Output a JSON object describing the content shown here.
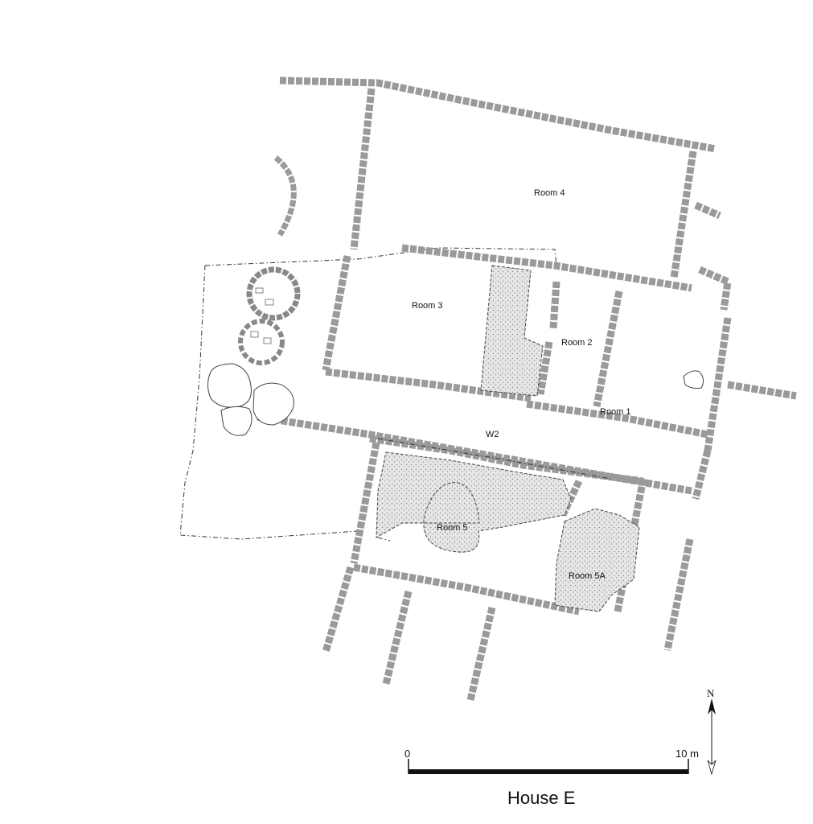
{
  "rooms": {
    "room4": "Room 4",
    "room3": "Room 3",
    "room2": "Room 2",
    "room1": "Room 1",
    "w2": "W2",
    "room5": "Room 5",
    "room5a": "Room 5A"
  },
  "scale": {
    "start_label": "0",
    "end_label": "10 m"
  },
  "north": "N",
  "title": "House E"
}
